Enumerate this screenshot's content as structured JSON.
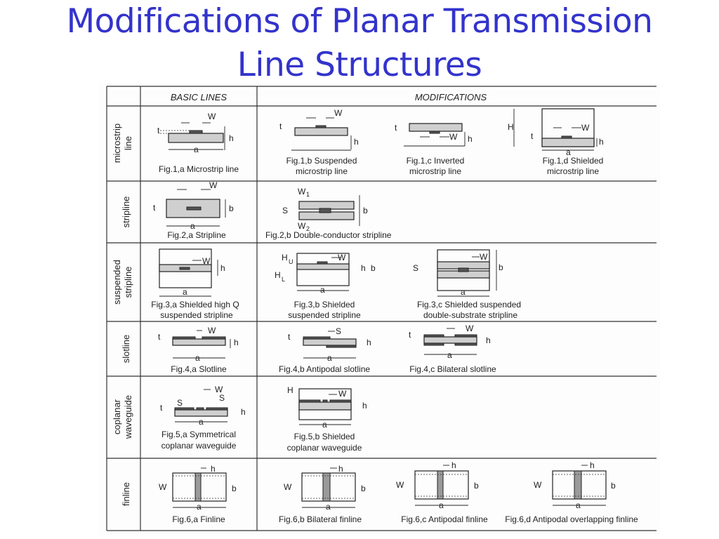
{
  "title": {
    "line1": "Modifications of Planar Transmission",
    "line2": "Line Structures"
  },
  "headers": {
    "basic": "BASIC LINES",
    "mods": "MODIFICATIONS"
  },
  "rows": {
    "r1_a": "microstrip",
    "r1_b": "line",
    "r2": "stripline",
    "r3_a": "suspended",
    "r3_b": "stripline",
    "r4": "slotline",
    "r5_a": "coplanar",
    "r5_b": "waveguide",
    "r6": "finline"
  },
  "captions": {
    "fig1a": "Fig.1,a Microstrip line",
    "fig1b_1": "Fig.1,b Suspended",
    "fig1b_2": "microstrip line",
    "fig1c_1": "Fig.1,c Inverted",
    "fig1c_2": "microstrip line",
    "fig1d_1": "Fig.1,d Shielded",
    "fig1d_2": "microstrip line",
    "fig2a": "Fig.2,a Stripline",
    "fig2b": "Fig.2,b Double-conductor stripline",
    "fig3a_1": "Fig.3,a Shielded high Q",
    "fig3a_2": "suspended stripline",
    "fig3b_1": "Fig.3,b Shielded",
    "fig3b_2": "suspended stripline",
    "fig3c_1": "Fig.3,c Shielded suspended",
    "fig3c_2": "double-substrate stripline",
    "fig4a": "Fig.4,a Slotline",
    "fig4b": "Fig.4,b Antipodal slotline",
    "fig4c": "Fig.4,c Bilateral slotline",
    "fig5a_1": "Fig.5,a Symmetrical",
    "fig5a_2": "coplanar waveguide",
    "fig5b_1": "Fig.5,b Shielded",
    "fig5b_2": "coplanar waveguide",
    "fig6a": "Fig.6,a Finline",
    "fig6b": "Fig.6,b Bilateral finline",
    "fig6c": "Fig.6,c Antipodal finline",
    "fig6d": "Fig.6,d Antipodal overlapping finline"
  },
  "dims": {
    "W": "W",
    "h": "h",
    "a": "a",
    "t": "t",
    "b": "b",
    "H": "H",
    "S": "S",
    "W1": "W",
    "W2": "W",
    "sub1": "1",
    "sub2": "2",
    "Hu": "H",
    "HL": "H",
    "subU": "U",
    "subL": "L"
  }
}
